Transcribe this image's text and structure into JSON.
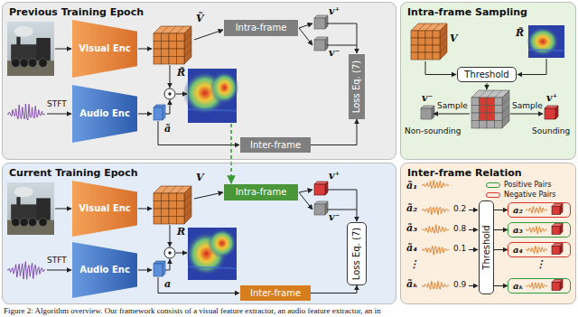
{
  "diagram": {
    "caption": "Figure 2: Algorithm overview. Our framework consists of a visual feature extractor, an audio feature extractor, an in",
    "nodes": [
      {
        "text": [
          "Previous Training Epoch"
        ]
      },
      {
        "text": [
          "Visual Enc"
        ],
        "in": 0
      },
      {
        "text": [
          "Intra-frame"
        ],
        "in": 0
      },
      {
        "text": [
          "Loss Eq. (7)"
        ],
        "in": 0
      },
      {
        "text": [
          "Audio Enc"
        ],
        "in": 0
      },
      {
        "text": [
          "Inter-frame"
        ],
        "in": 0
      },
      {
        "text": [
          "Current Training Epoch"
        ]
      },
      {
        "text": [
          "Visual Enc"
        ],
        "in": 6
      },
      {
        "text": [
          "Intra-frame"
        ],
        "in": 6
      },
      {
        "text": [
          "Loss Eq. (7)"
        ],
        "in": 6
      },
      {
        "text": [
          "Audio Enc"
        ],
        "in": 6
      },
      {
        "text": [
          "Inter-frame"
        ],
        "in": 6
      },
      {
        "text": [
          "Intra-frame Sampling"
        ]
      },
      {
        "text": [
          "Threshold"
        ],
        "in": 12
      },
      {
        "text": [
          "Inter-frame Relation"
        ]
      },
      {
        "text": [
          "Threshold"
        ],
        "in": 14
      },
      {
        "text": [
          "a₂"
        ],
        "in": 14
      },
      {
        "text": [
          "a₃"
        ],
        "in": 14
      },
      {
        "text": [
          "a₄"
        ],
        "in": 14
      },
      {
        "text": [
          "aₖ"
        ],
        "in": 14
      }
    ],
    "edges": [
      {
        "from": 5,
        "to": 3,
        "arrow": "to"
      },
      {
        "from": 11,
        "to": 9,
        "arrow": "to"
      },
      {
        "from": 15,
        "to": 16,
        "arrow": "to"
      },
      {
        "from": 15,
        "to": 17,
        "arrow": "to"
      },
      {
        "from": 15,
        "to": 18,
        "arrow": "to"
      },
      {
        "from": 15,
        "to": 19,
        "arrow": "to"
      }
    ],
    "labels": [
      "Ṽ",
      "v⁺",
      "v⁻",
      "R̃",
      "STFT",
      "ã",
      "V",
      "v⁺",
      "v⁻",
      "R",
      "STFT",
      "a",
      "V",
      "R̃",
      "v⁻",
      "Sample",
      "Sample",
      "v⁺",
      "Non-sounding",
      "Sounding",
      "ã₁",
      "ã₂",
      "0.2",
      "ã₃",
      "0.8",
      "ã₄",
      "0.1",
      "⋮",
      "ãₖ",
      "0.9",
      "⋮"
    ],
    "legend": [
      {
        "text": "Positive Pairs"
      },
      {
        "text": "Negative Pairs"
      }
    ]
  }
}
